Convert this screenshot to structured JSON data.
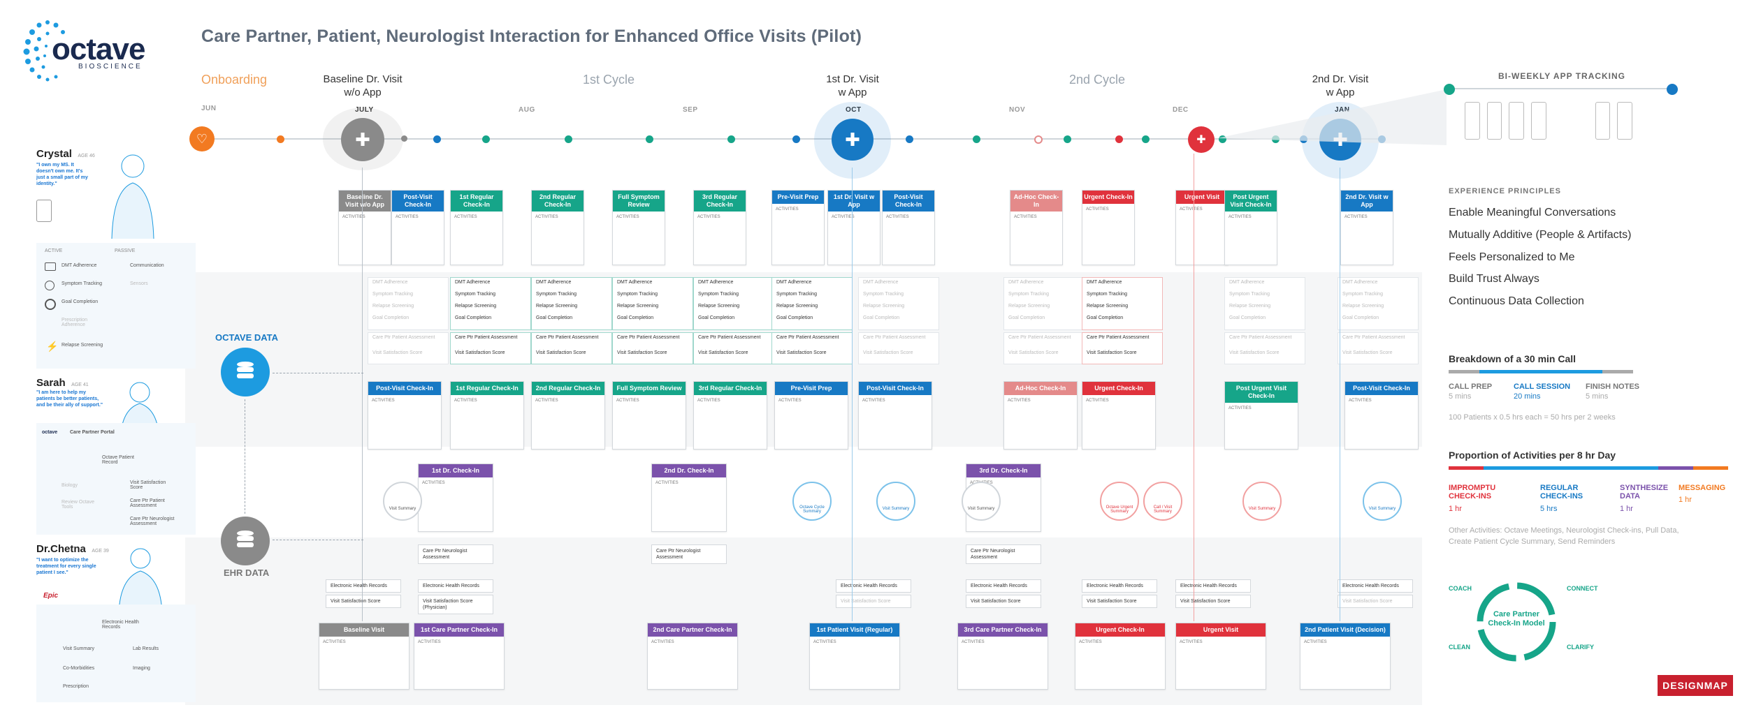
{
  "title": "Care Partner, Patient, Neurologist Interaction for Enhanced Office Visits (Pilot)",
  "logo": {
    "name": "octave",
    "sub": "BIOSCIENCE"
  },
  "phases": [
    {
      "label": "Onboarding",
      "x": 0
    },
    {
      "label": "1st Cycle"
    },
    {
      "label": "2nd Cycle"
    }
  ],
  "phase_labels": {
    "onboarding": "Onboarding",
    "cycle1": "1st Cycle",
    "cycle2": "2nd Cycle"
  },
  "milestones": {
    "baseline": "Baseline Dr. Visit\nw/o App",
    "first": "1st Dr. Visit\nw App",
    "second": "2nd Dr. Visit\nw App"
  },
  "milestone_lines": {
    "baseline_1": "Baseline Dr. Visit",
    "baseline_2": "w/o App",
    "first_1": "1st Dr. Visit",
    "first_2": "w App",
    "second_1": "2nd Dr. Visit",
    "second_2": "w App"
  },
  "months": {
    "jun": "JUN",
    "jul": "JULY",
    "aug": "AUG",
    "sep": "SEP",
    "oct": "OCT",
    "nov": "NOV",
    "dec": "DEC",
    "jan": "JAN"
  },
  "top_cards": [
    {
      "label": "Baseline Dr. Visit w/o App",
      "color": "#8a8a8a"
    },
    {
      "label": "Post-Visit Check-In",
      "color": "#1779c4"
    },
    {
      "label": "1st Regular Check-In",
      "color": "#16a589"
    },
    {
      "label": "2nd Regular Check-In",
      "color": "#16a589"
    },
    {
      "label": "Full Symptom Review",
      "color": "#16a589"
    },
    {
      "label": "3rd Regular Check-In",
      "color": "#16a589"
    },
    {
      "label": "Pre-Visit Prep",
      "color": "#1779c4"
    },
    {
      "label": "1st Dr. Visit w App",
      "color": "#1779c4"
    },
    {
      "label": "Post-Visit Check-In",
      "color": "#1779c4"
    },
    {
      "label": "Ad-Hoc Check-In",
      "color": "#e48a8a"
    },
    {
      "label": "Urgent Check-In",
      "color": "#e0323c"
    },
    {
      "label": "Urgent Visit",
      "color": "#e0323c"
    },
    {
      "label": "Post Urgent Visit Check-In",
      "color": "#16a589"
    },
    {
      "label": "2nd Dr. Visit w App",
      "color": "#1779c4"
    }
  ],
  "modules": {
    "dmt": "DMT Adherence",
    "symptom": "Symptom Tracking",
    "relapse": "Relapse Screening",
    "goal": "Goal Completion",
    "assess": "Care Ptr Patient Assessment",
    "visit": "Visit Satisfaction Score"
  },
  "care_cards": [
    {
      "label": "Post-Visit Check-In",
      "color": "#1779c4"
    },
    {
      "label": "1st Regular Check-In",
      "color": "#16a589"
    },
    {
      "label": "2nd Regular Check-In",
      "color": "#16a589"
    },
    {
      "label": "Full Symptom Review",
      "color": "#16a589"
    },
    {
      "label": "3rd Regular Check-In",
      "color": "#16a589"
    },
    {
      "label": "Pre-Visit Prep",
      "color": "#1779c4"
    },
    {
      "label": "Post-Visit Check-In",
      "color": "#1779c4"
    },
    {
      "label": "Ad-Hoc Check-In",
      "color": "#e48a8a"
    },
    {
      "label": "Urgent Check-In",
      "color": "#e0323c"
    },
    {
      "label": "Post Urgent Visit Check-In",
      "color": "#16a589"
    },
    {
      "label": "Post-Visit Check-In",
      "color": "#1779c4"
    }
  ],
  "dr_checkins": [
    "1st Dr. Check-In",
    "2nd Dr. Check-In",
    "3rd Dr. Check-In"
  ],
  "summaries": {
    "visit": "Visit Summary",
    "octave_cycle": "Octave Cycle Summary",
    "octave_urgent": "Octave Urgent Summary",
    "call_visit": "Call / Visit Summary"
  },
  "neuro_boxes": {
    "assess": "Care Ptr Neurologist Assessment",
    "ehr": "Electronic Health Records",
    "satisfaction": "Visit Satisfaction Score",
    "satisfaction_phys": "Visit Satisfaction Score (Physician)"
  },
  "bottom_cards": [
    {
      "label": "Baseline Visit",
      "color": "#8a8a8a"
    },
    {
      "label": "1st Care Partner Check-In",
      "color": "#7b52ab"
    },
    {
      "label": "2nd Care Partner Check-In",
      "color": "#7b52ab"
    },
    {
      "label": "1st Patient Visit (Regular)",
      "color": "#1779c4"
    },
    {
      "label": "3rd Care Partner Check-In",
      "color": "#7b52ab"
    },
    {
      "label": "Urgent Check-In",
      "color": "#e0323c"
    },
    {
      "label": "Urgent Visit",
      "color": "#e0323c"
    },
    {
      "label": "2nd Patient Visit (Decision)",
      "color": "#1779c4"
    }
  ],
  "activities_label": "ACTIVITIES",
  "octave_data": "OCTAVE DATA",
  "ehr_data": "EHR DATA",
  "personas": {
    "crystal": {
      "name": "Crystal",
      "age": "AGE 46",
      "quote": "\"I own my MS. It doesn't own me. It's just a small part of my identity.\""
    },
    "sarah": {
      "name": "Sarah",
      "age": "AGE 41",
      "quote": "\"I am here to help my patients be better patients, and be their ally of support.\""
    },
    "chetna": {
      "name": "Dr.Chetna",
      "age": "AGE 39",
      "quote": "\"I want to optimize the treatment for every single patient I see.\""
    }
  },
  "persona_labels": {
    "active": "ACTIVE",
    "passive": "PASSIVE",
    "dmt": "DMT Adherence",
    "symptom": "Symptom Tracking",
    "goal": "Goal Completion",
    "prescription": "Prescription Adherence",
    "relapse": "Relapse Screening",
    "communication": "Communication",
    "sensors": "Sensors",
    "care_portal": "Care Partner Portal",
    "octave_record": "Octave Patient Record",
    "biology": "Biology",
    "review": "Review Octave Tools",
    "visit_sat": "Visit Satisfaction Score",
    "care_assess": "Care Ptr Patient Assessment",
    "care_neuro": "Care Ptr Neurologist Assessment",
    "ehr": "Electronic Health Records",
    "visit_summary": "Visit Summary",
    "lab": "Lab Results",
    "comorb": "Co-Morbidities",
    "imaging": "Imaging",
    "prescription2": "Prescription",
    "epic": "Epic"
  },
  "right": {
    "tracking": "BI-WEEKLY APP TRACKING",
    "principles_header": "EXPERIENCE PRINCIPLES",
    "principles": [
      "Enable Meaningful Conversations",
      "Mutually Additive (People & Artifacts)",
      "Feels Personalized to Me",
      "Build Trust Always",
      "Continuous Data Collection"
    ],
    "breakdown_title": "Breakdown of a 30 min Call",
    "call_prep": "CALL PREP",
    "call_prep_time": "5 mins",
    "call_session": "CALL SESSION",
    "call_session_time": "20 mins",
    "finish": "FINISH NOTES",
    "finish_time": "5 mins",
    "patients_note": "100 Patients x 0.5 hrs each = 50 hrs per 2 weeks",
    "proportion_title": "Proportion of Activities per 8 hr Day",
    "impromptu": "IMPROMPTU CHECK-INS",
    "impromptu_time": "1 hr",
    "regular": "REGULAR CHECK-INS",
    "regular_time": "5 hrs",
    "synth": "SYNTHESIZE DATA",
    "synth_time": "1 hr",
    "messaging": "MESSAGING",
    "messaging_time": "1 hr",
    "other": "Other Activities: Octave Meetings, Neurologist Check-ins, Pull Data, Create Patient Cycle Summary, Send Reminders",
    "cycle_coach": "COACH",
    "cycle_connect": "CONNECT",
    "cycle_clean": "CLEAN",
    "cycle_clarify": "CLARIFY",
    "cycle_center": "Care Partner Check-In Model"
  },
  "designmap": "DESIGNMAP",
  "colors": {
    "teal": "#16a589",
    "blue": "#1779c4",
    "red": "#e0323c",
    "purple": "#7b52ab",
    "gray": "#8a8a8a",
    "orange": "#f27a21"
  }
}
